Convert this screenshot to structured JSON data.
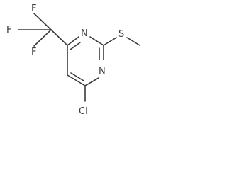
{
  "structure": {
    "atoms": {
      "f1": "F",
      "f2": "F",
      "f3": "F",
      "n1": "N",
      "n3": "N",
      "s": "S",
      "cl": "Cl"
    },
    "colors": {
      "bond": "#3a3a3a",
      "label": "#3a3a3a",
      "background": "#ffffff"
    }
  }
}
